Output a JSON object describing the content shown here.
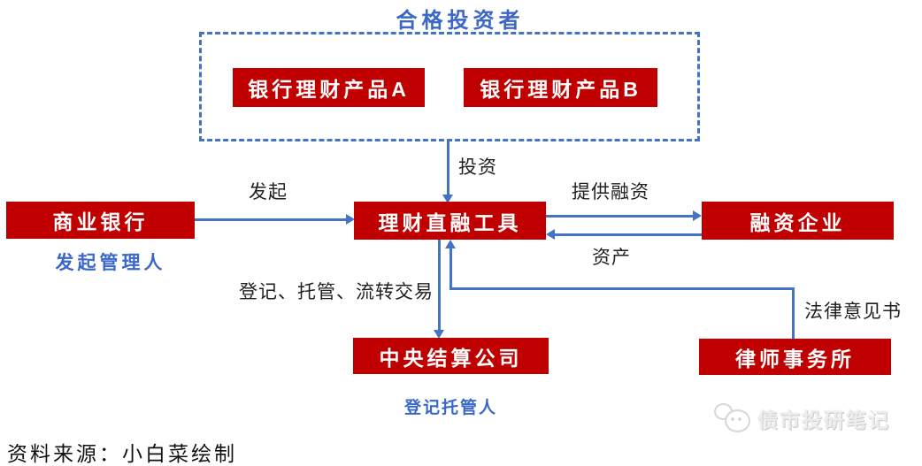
{
  "colors": {
    "node_red": "#c00000",
    "line_blue": "#4472c4",
    "label_blue": "#3b67c9",
    "edge_text": "#1f1f1f"
  },
  "diagram": {
    "qualified_investors_label": "合格投资者",
    "nodes": {
      "product_a": "银行理财产品A",
      "product_b": "银行理财产品B",
      "commercial_bank": "商业银行",
      "direct_financing_tool": "理财直融工具",
      "financing_enterprise": "融资企业",
      "central_clearing_company": "中央结算公司",
      "law_firm": "律师事务所"
    },
    "role_labels": {
      "sponsor_manager": "发起管理人",
      "registrar_custodian": "登记托管人"
    },
    "edge_labels": {
      "invest": "投资",
      "initiate": "发起",
      "provide_financing": "提供融资",
      "assets": "资产",
      "register_custody_transfer": "登记、托管、流转交易",
      "legal_opinion": "法律意见书"
    }
  },
  "source_note": "资料来源：小白菜绘制",
  "watermark_text": "债市投研笔记"
}
